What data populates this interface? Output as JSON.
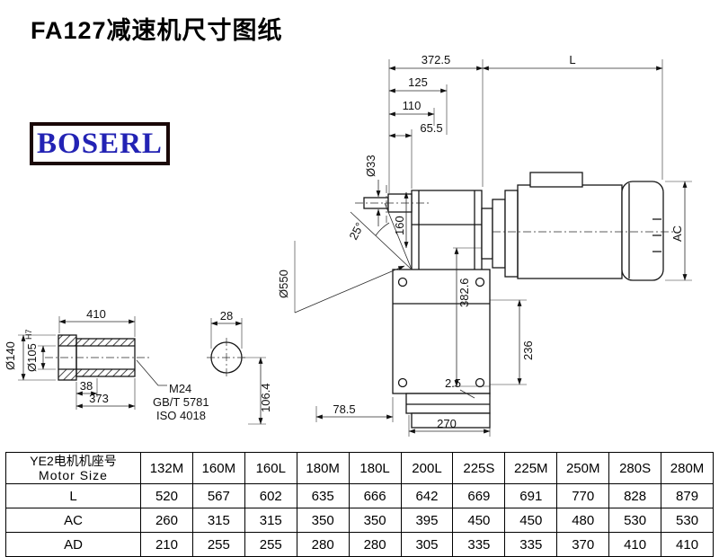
{
  "page": {
    "title": "FA127减速机尺寸图纸"
  },
  "logo": {
    "text": "BOSERL"
  },
  "drawing": {
    "dims": {
      "top_width": "372.5",
      "length_l": "L",
      "d125": "125",
      "d110": "110",
      "d65_5": "65.5",
      "shaft_dia": "Ø33",
      "d160": "160",
      "angle": "25°",
      "wheel_dia": "Ø550",
      "d382_6": "382.6",
      "ac_label": "AC",
      "d236": "236",
      "d2_5": "2.5",
      "d78_5": "78.5",
      "d270": "270",
      "d410": "410",
      "d28": "28",
      "flange_dia": "Ø140",
      "bore_dia": "Ø105",
      "bore_tol": "H7",
      "d38": "38",
      "d373": "373",
      "thread": "M24",
      "std_gb": "GB/T 5781",
      "std_iso": "ISO 4018",
      "d106_4": "106.4"
    }
  },
  "table": {
    "header_cn": "YE2电机机座号",
    "header_en": "Motor Size",
    "columns": [
      "132M",
      "160M",
      "160L",
      "180M",
      "180L",
      "200L",
      "225S",
      "225M",
      "250M",
      "280S",
      "280M"
    ],
    "rows": [
      {
        "label": "L",
        "values": [
          "520",
          "567",
          "602",
          "635",
          "666",
          "642",
          "669",
          "691",
          "770",
          "828",
          "879"
        ]
      },
      {
        "label": "AC",
        "values": [
          "260",
          "315",
          "315",
          "350",
          "350",
          "395",
          "450",
          "450",
          "480",
          "530",
          "530"
        ]
      },
      {
        "label": "AD",
        "values": [
          "210",
          "255",
          "255",
          "280",
          "280",
          "305",
          "335",
          "335",
          "370",
          "410",
          "410"
        ]
      }
    ]
  }
}
